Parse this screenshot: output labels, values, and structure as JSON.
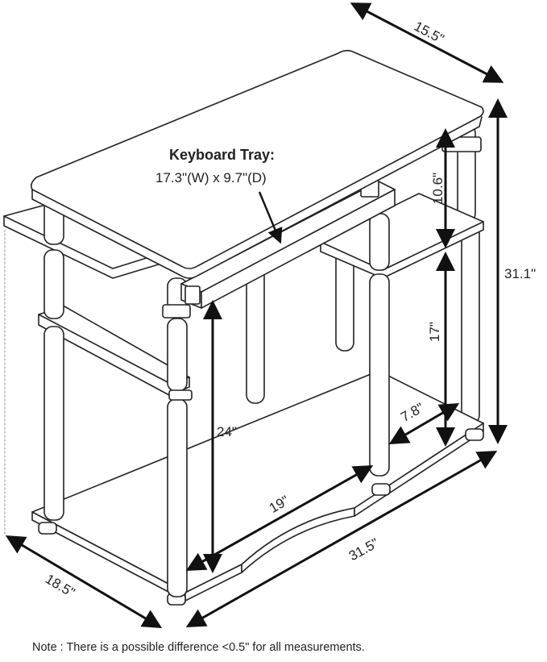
{
  "keyboard_tray": {
    "title": "Keyboard Tray:",
    "dims": "17.3\"(W) x 9.7\"(D)"
  },
  "dimensions": {
    "top_depth": "15.5\"",
    "upper_shelf_gap": "10.6\"",
    "total_height": "31.1\"",
    "mid_shelf_gap": "17\"",
    "tray_height": "24\"",
    "shelf_depth": "7.8\"",
    "knee_width": "19\"",
    "total_width": "31.5\"",
    "total_depth": "18.5\""
  },
  "note": "Note : There is a possible difference <0.5\" for all measurements.",
  "colors": {
    "line": "#222222",
    "arrow": "#111111",
    "fill": "#ffffff"
  }
}
